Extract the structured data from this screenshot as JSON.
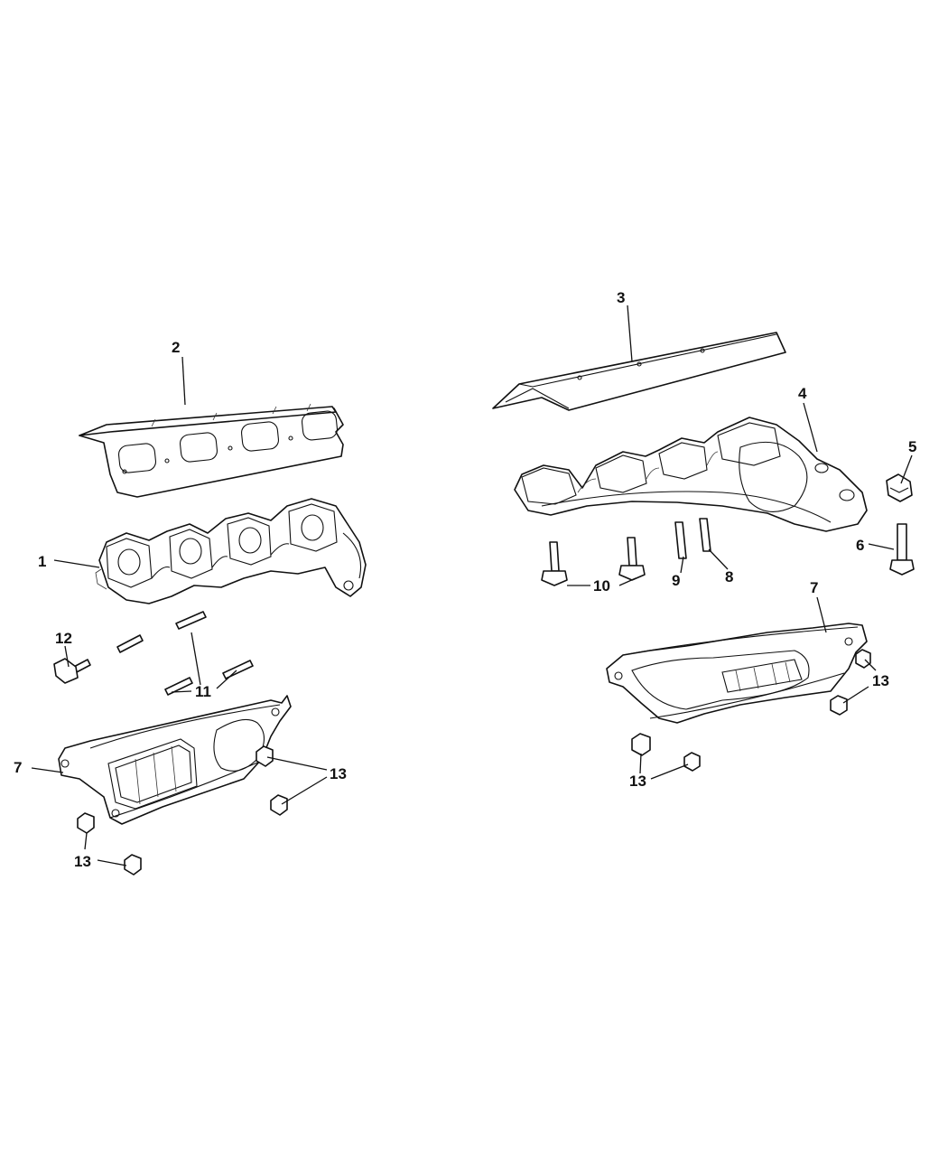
{
  "callouts": {
    "c1": "1",
    "c2": "2",
    "c3": "3",
    "c4": "4",
    "c5": "5",
    "c6": "6",
    "c7_left": "7",
    "c7_right": "7",
    "c8": "8",
    "c9": "9",
    "c10": "10",
    "c11": "11",
    "c12": "12",
    "c13_left_upper": "13",
    "c13_left_lower": "13",
    "c13_right_upper": "13",
    "c13_right_lower": "13"
  }
}
